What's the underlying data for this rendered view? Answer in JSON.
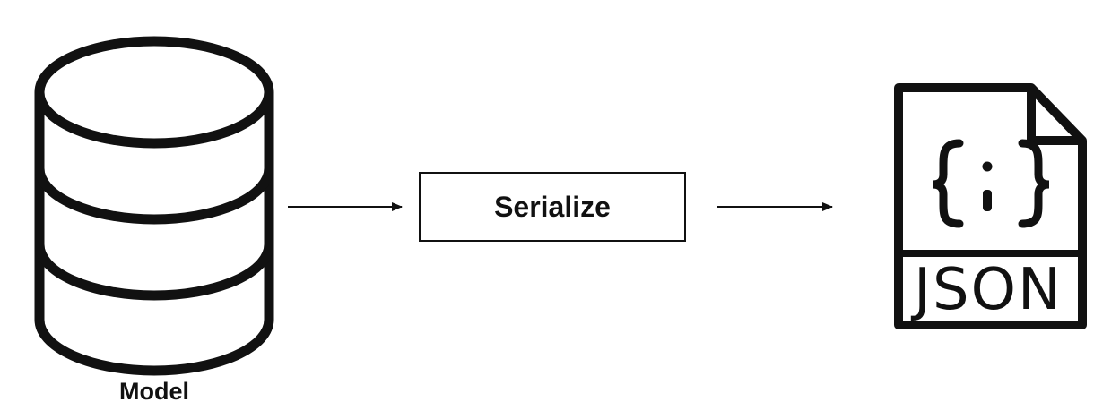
{
  "nodes": {
    "model": {
      "label": "Model",
      "icon": "database-icon"
    },
    "serialize": {
      "label": "Serialize"
    },
    "output": {
      "icon": "json-file-icon",
      "icon_text": "JSON"
    }
  },
  "edges": [
    {
      "from": "model",
      "to": "serialize"
    },
    {
      "from": "serialize",
      "to": "output"
    }
  ],
  "colors": {
    "stroke": "#111111",
    "background": "#ffffff"
  }
}
